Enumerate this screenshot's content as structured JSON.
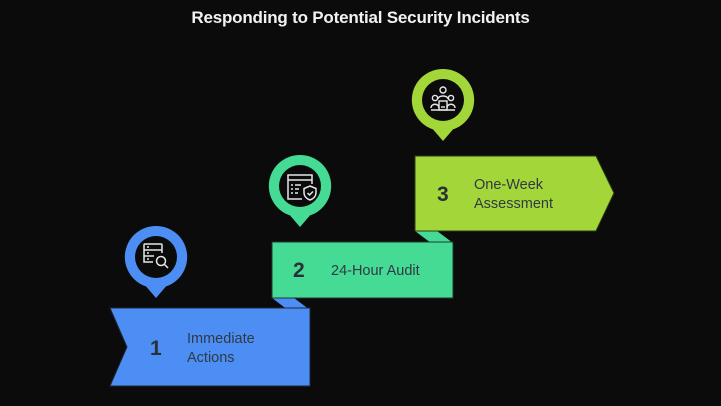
{
  "title": "Responding to Potential Security Incidents",
  "colors": {
    "background": "#0b0b0b",
    "step1": "#4d8ef5",
    "step2": "#45db94",
    "step3": "#a3d639",
    "text": "#2f3a44"
  },
  "steps": [
    {
      "number": "1",
      "label_lines": [
        "Immediate",
        "Actions"
      ],
      "icon": "server-search-icon"
    },
    {
      "number": "2",
      "label_lines": [
        "24-Hour Audit"
      ],
      "icon": "checklist-shield-icon"
    },
    {
      "number": "3",
      "label_lines": [
        "One-Week",
        "Assessment"
      ],
      "icon": "team-meeting-icon"
    }
  ]
}
